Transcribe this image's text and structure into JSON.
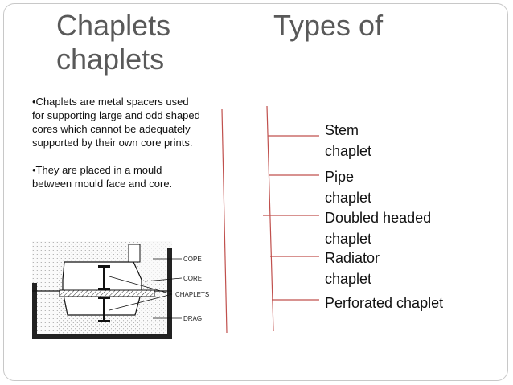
{
  "slide": {
    "title_left_line1": "Chaplets",
    "title_left_line2": "chaplets",
    "title_right": "Types of",
    "bullets": [
      "•Chaplets are metal spacers used for supporting large and odd shaped cores which cannot be adequately supported by their own core prints.",
      "•They are placed in a mould between mould face and core."
    ],
    "types": [
      {
        "line1": "Stem",
        "line2": "chaplet"
      },
      {
        "line1": "Pipe",
        "line2": "chaplet"
      },
      {
        "line1": "Doubled headed",
        "line2": "chaplet"
      },
      {
        "line1": "Radiator",
        "line2": "chaplet"
      },
      {
        "line1": "Perforated chaplet",
        "line2": ""
      }
    ],
    "diagram_labels": {
      "cope": "COPE",
      "core": "CORE",
      "chaplets": "CHAPLETS",
      "drag": "DRAG"
    },
    "colors": {
      "title": "#595959",
      "connector_line": "#c0504d",
      "frame": "#c8c8c8"
    }
  }
}
